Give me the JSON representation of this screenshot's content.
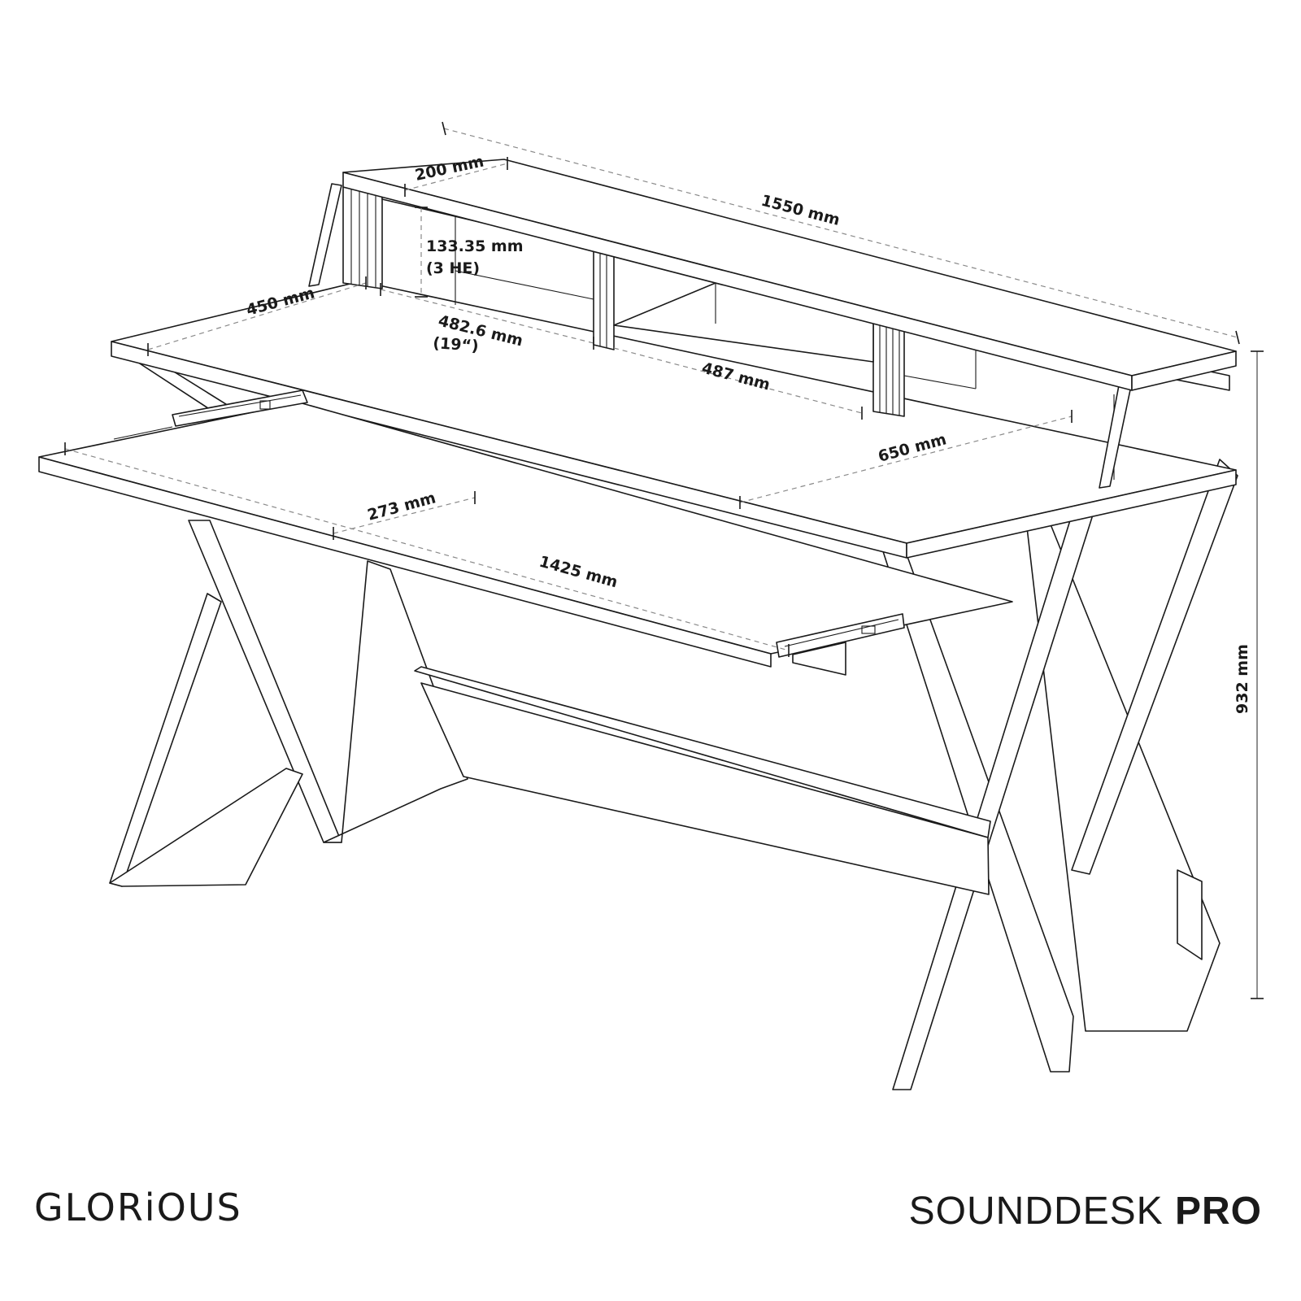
{
  "dimensions": {
    "total_width": "1550 mm",
    "top_shelf_depth": "200 mm",
    "rack_height": "133.35 mm",
    "rack_height_units": "(3 HE)",
    "side_depth": "450 mm",
    "rack_width": "482.6 mm",
    "rack_width_inch": "(19“)",
    "middle_shelf": "487 mm",
    "desk_depth": "650 mm",
    "tray_depth": "273 mm",
    "tray_width": "1425 mm",
    "height": "932 mm"
  },
  "branding": {
    "logo": "GLORiOUS",
    "product_light": "SOUNDDESK ",
    "product_bold": "PRO"
  },
  "colors": {
    "line": "#1a1a1a",
    "dimension": "#8a8a8a",
    "background": "#ffffff"
  }
}
